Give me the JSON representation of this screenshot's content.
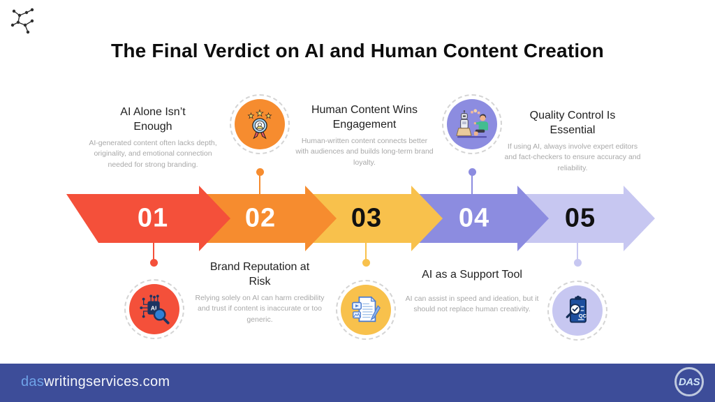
{
  "title": "The Final Verdict on AI and Human Content Creation",
  "steps": [
    {
      "number": "01",
      "heading": "AI Alone Isn’t Enough",
      "description": "AI-generated content often lacks depth, originality, and emotional connection needed for strong branding.",
      "color": "#F4503A",
      "number_color": "#FFFFFF",
      "icon": "ai-chip-magnifier-icon",
      "text_position": "above-arrow",
      "icon_position": "below-arrow"
    },
    {
      "number": "02",
      "heading": "Brand Reputation at Risk",
      "description": "Relying solely on AI can harm credibility and trust if content is inaccurate or too generic.",
      "color": "#F68C2F",
      "number_color": "#FFFFFF",
      "icon": "award-badge-icon",
      "text_position": "below-arrow",
      "icon_position": "above-arrow"
    },
    {
      "number": "03",
      "heading": "Human Content Wins Engagement",
      "description": "Human-written content connects better with audiences and builds long-term brand loyalty.",
      "color": "#F8C14C",
      "number_color": "#111111",
      "icon": "content-document-icon",
      "text_position": "above-arrow",
      "icon_position": "below-arrow"
    },
    {
      "number": "04",
      "heading": "AI as a Support Tool",
      "description": "AI can assist in speed and ideation, but it should not replace human creativity.",
      "color": "#8C8CE0",
      "number_color": "#FFFFFF",
      "icon": "robot-human-chat-icon",
      "text_position": "below-arrow",
      "icon_position": "above-arrow"
    },
    {
      "number": "05",
      "heading": "Quality Control Is Essential",
      "description": "If using AI, always involve expert editors and fact-checkers to ensure accuracy and reliability.",
      "color": "#C7C7F1",
      "number_color": "#111111",
      "icon": "qc-clipboard-icon",
      "text_position": "above-arrow",
      "icon_position": "below-arrow"
    }
  ],
  "footer": {
    "domain_prefix": "das",
    "domain_rest": "writingservices.com",
    "logo_text": "DAS",
    "bar_color": "#3D4D99",
    "prefix_color": "#6FA3E8"
  }
}
